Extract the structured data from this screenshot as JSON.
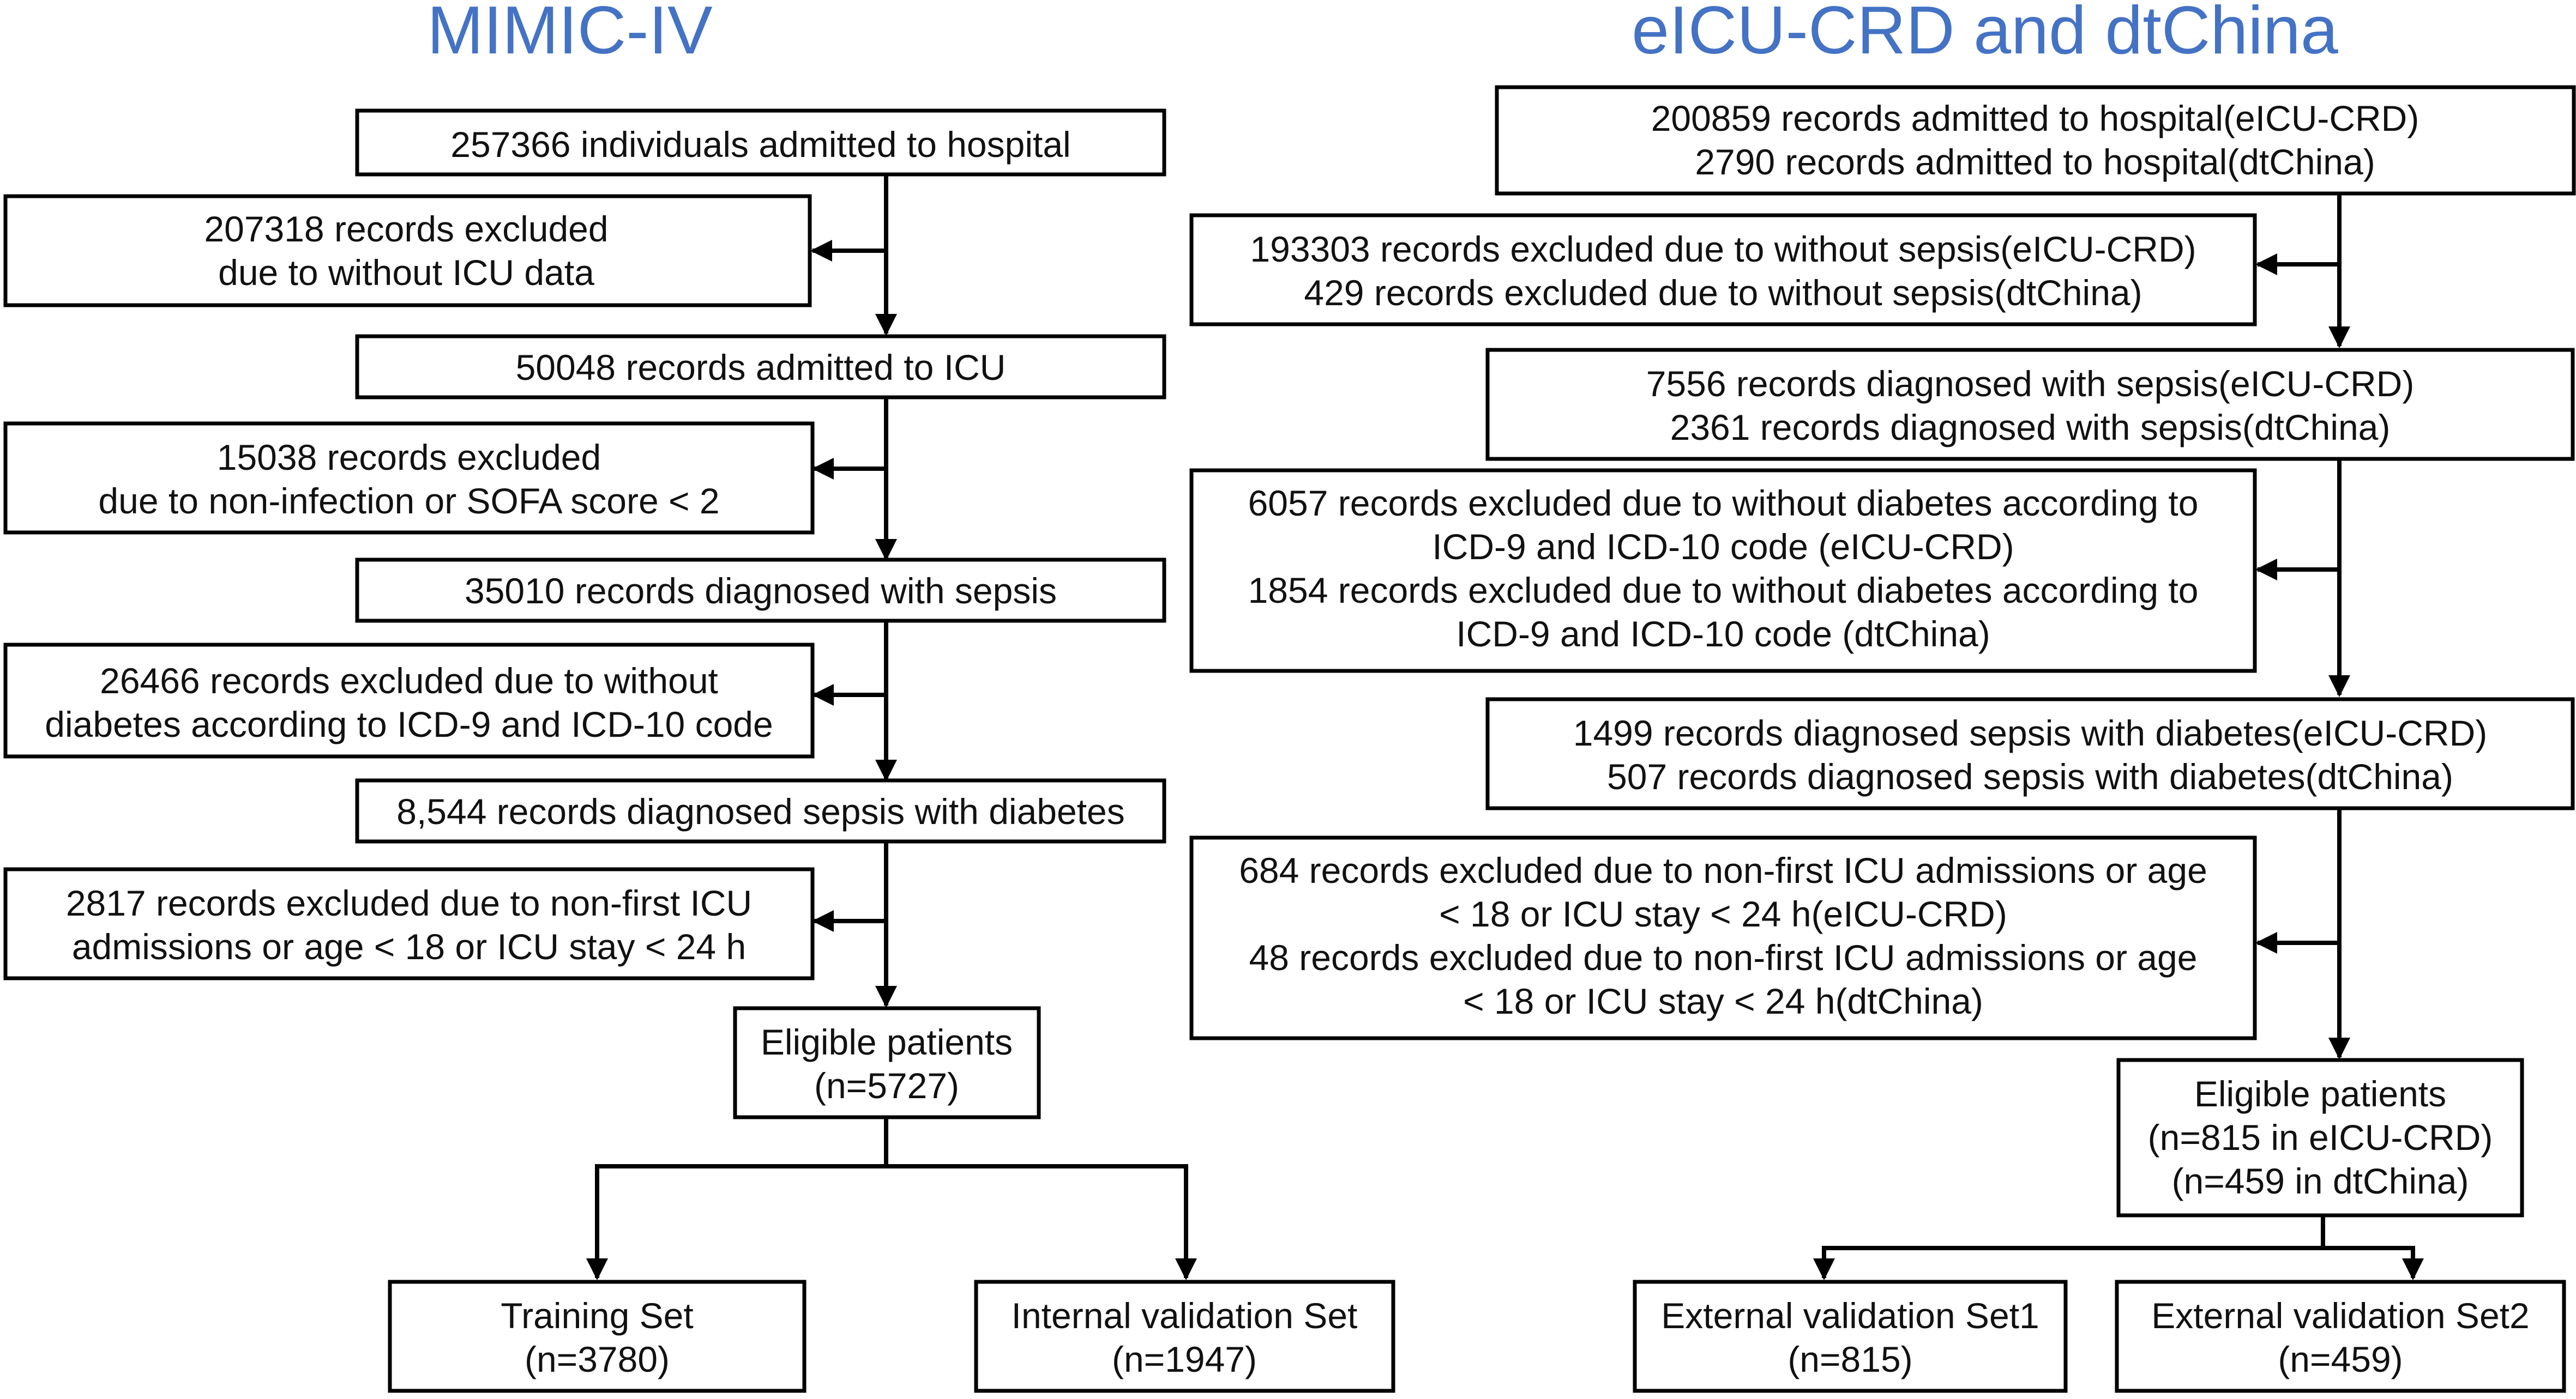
{
  "titles": {
    "left": "MIMIC-IV",
    "right": "eICU-CRD and dtChina"
  },
  "mimic": {
    "n1": [
      "257366 individuals admitted to hospital"
    ],
    "x1": [
      "207318 records excluded",
      "due to without ICU data"
    ],
    "n2": [
      "50048 records admitted to ICU"
    ],
    "x2": [
      "15038 records excluded",
      "due to non-infection or SOFA score < 2"
    ],
    "n3": [
      "35010 records diagnosed with sepsis"
    ],
    "x3": [
      "26466 records excluded due to without",
      "diabetes according to ICD-9 and ICD-10 code"
    ],
    "n4": [
      "8,544 records diagnosed sepsis with diabetes"
    ],
    "x4": [
      "2817 records excluded due to non-first ICU",
      "admissions or age < 18 or ICU stay < 24 h"
    ],
    "eligible": [
      "Eligible patients",
      "(n=5727)"
    ],
    "training": [
      "Training Set",
      "(n=3780)"
    ],
    "internal": [
      "Internal validation Set",
      "(n=1947)"
    ]
  },
  "eicu": {
    "n1": [
      "200859 records admitted to hospital(eICU-CRD)",
      "2790 records admitted to hospital(dtChina)"
    ],
    "x1": [
      "193303 records excluded due to without sepsis(eICU-CRD)",
      "429 records excluded due to without sepsis(dtChina)"
    ],
    "n2": [
      "7556 records diagnosed with sepsis(eICU-CRD)",
      "2361 records diagnosed with sepsis(dtChina)"
    ],
    "x2": [
      "6057 records excluded due to without  diabetes according to",
      "ICD-9 and ICD-10 code (eICU-CRD)",
      "1854 records excluded due to without  diabetes according to",
      "ICD-9 and ICD-10 code (dtChina)"
    ],
    "n3": [
      "1499 records diagnosed sepsis with diabetes(eICU-CRD)",
      "507 records diagnosed sepsis with diabetes(dtChina)"
    ],
    "x3": [
      "684 records excluded due to non-first ICU admissions or age",
      "< 18 or ICU stay < 24 h(eICU-CRD)",
      "48 records excluded due to non-first ICU admissions or age",
      "< 18 or ICU stay < 24 h(dtChina)"
    ],
    "eligible": [
      "Eligible patients",
      "(n=815 in eICU-CRD)",
      "(n=459 in dtChina)"
    ],
    "ext1": [
      "External validation Set1",
      "(n=815)"
    ],
    "ext2": [
      "External validation Set2",
      "(n=459)"
    ]
  }
}
